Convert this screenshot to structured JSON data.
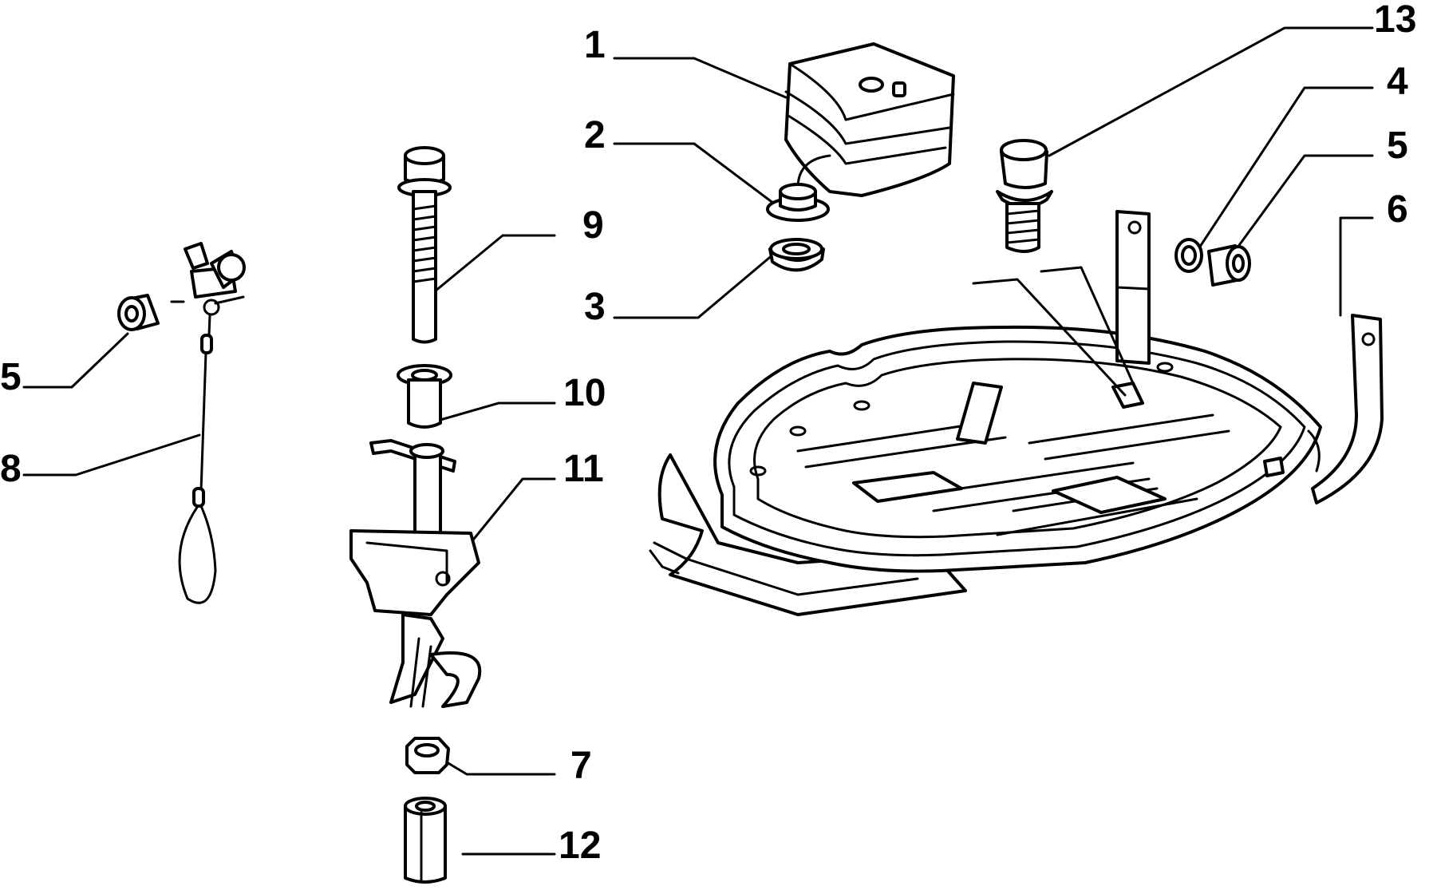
{
  "callouts": {
    "c1": "1",
    "c2": "2",
    "c3": "3",
    "c4": "4",
    "c5a": "5",
    "c5b": "5",
    "c6": "6",
    "c7": "7",
    "c8": "8",
    "c9": "9",
    "c10": "10",
    "c11": "11",
    "c12": "12",
    "c13": "13"
  },
  "colors": {
    "line": "#000000",
    "background": "#ffffff"
  }
}
